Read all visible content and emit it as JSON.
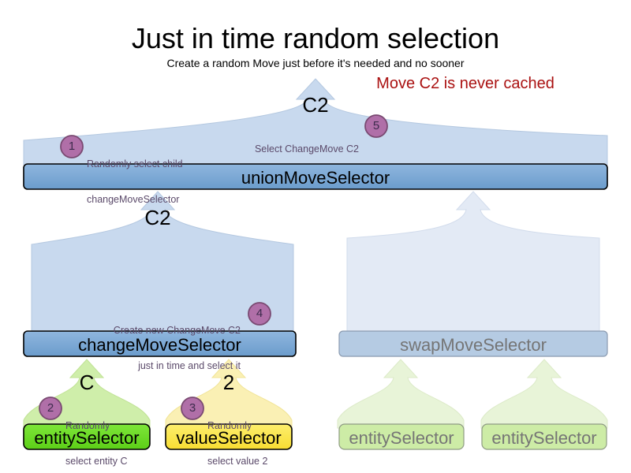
{
  "header": {
    "title": "Just in time random selection",
    "subtitle": "Create a random Move just before it's needed and no sooner",
    "warning": "Move C2 is never cached"
  },
  "colors": {
    "bar_blue_fill": "#76a5d5",
    "bar_blue_stroke": "#000000",
    "arrow_blue_fill": "#c8d9ee",
    "arrow_blue_stroke": "#b4c8e0",
    "faded_bar_fill": "#b5cbe3",
    "faded_arrow_fill": "#e3eaf5",
    "faded_text": "#757575",
    "green_bar_fill": "#66dd22",
    "green_arrow_fill": "#cfeeaa",
    "yellow_bar_fill": "#fbe64d",
    "yellow_arrow_fill": "#faf0b4",
    "faded_green_bar_fill": "#cdeca6",
    "faded_green_arrow_fill": "#e8f4d8",
    "badge_fill": "#b06fa8",
    "badge_stroke": "#7a4a72",
    "note_text": "#5b4a6a",
    "warning_text": "#aa1111"
  },
  "nodes": {
    "union_move_selector": {
      "label": "unionMoveSelector"
    },
    "change_move_selector": {
      "label": "changeMoveSelector"
    },
    "swap_move_selector": {
      "label": "swapMoveSelector"
    },
    "entity_selector_left": {
      "label": "entitySelector"
    },
    "value_selector": {
      "label": "valueSelector"
    },
    "swap_entity_selector_1": {
      "label": "entitySelector"
    },
    "swap_entity_selector_2": {
      "label": "entitySelector"
    }
  },
  "flow_labels": {
    "union_output": "C2",
    "change_output": "C2",
    "entity_output": "C",
    "value_output": "2"
  },
  "steps": [
    {
      "number": "1",
      "text_line1": "Randomly select child",
      "text_line2": "changeMoveSelector"
    },
    {
      "number": "2",
      "text_line1": "Randomly",
      "text_line2": "select entity C"
    },
    {
      "number": "3",
      "text_line1": "Randomly",
      "text_line2": "select value 2"
    },
    {
      "number": "4",
      "text_line1": "Create new ChangeMove C2",
      "text_line2": "just in time and select it"
    },
    {
      "number": "5",
      "text_line1": "Select ChangeMove C2",
      "text_line2": ""
    }
  ]
}
